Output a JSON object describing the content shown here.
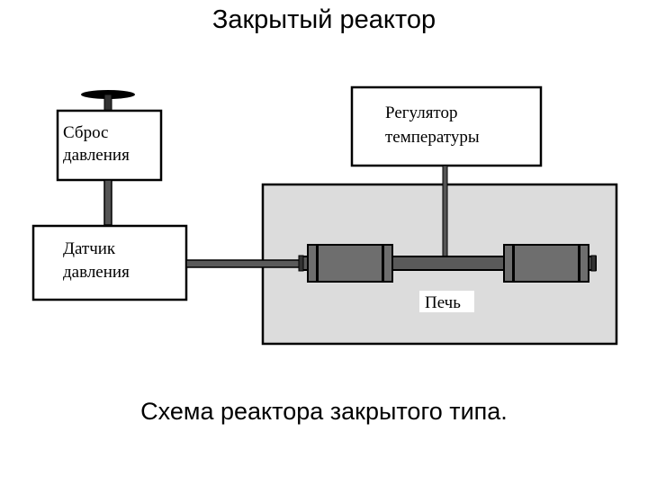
{
  "title": "Закрытый реактор",
  "caption": "Схема реактора закрытого типа.",
  "diagram": {
    "pressure_relief": {
      "line1": "Сброс",
      "line2": "давления"
    },
    "pressure_sensor": {
      "line1": "Датчик",
      "line2": "давления"
    },
    "temperature_controller": {
      "line1": "Регулятор",
      "line2": "температуры"
    },
    "furnace": {
      "label": "Печь"
    }
  },
  "colors": {
    "furnace_fill": "#dcdcdc",
    "tube_fill": "#5a5a5a",
    "line": "#000000"
  }
}
